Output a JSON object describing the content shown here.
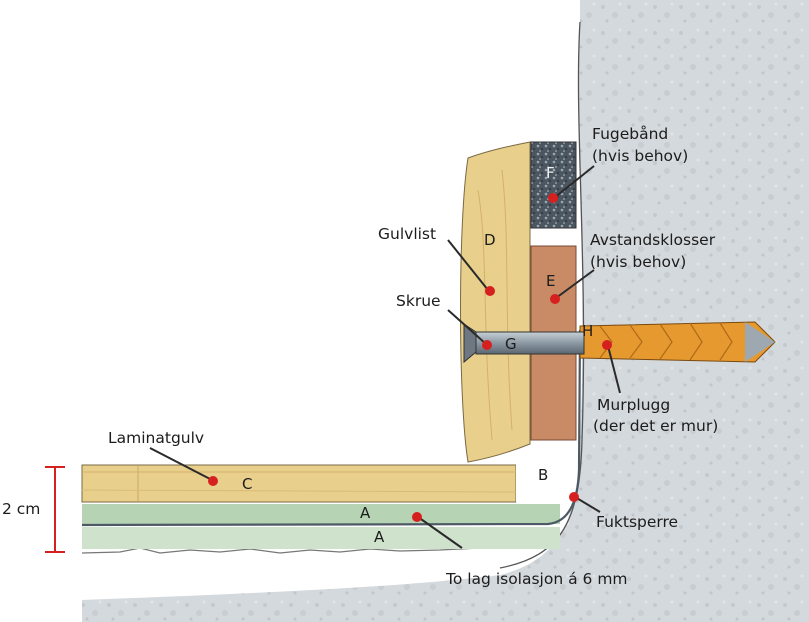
{
  "labels": {
    "fugeband_line1": "Fugebånd",
    "fugeband_line2": "(hvis behov)",
    "gulvlist": "Gulvlist",
    "avstandsklosser_line1": "Avstandsklosser",
    "avstandsklosser_line2": "(hvis behov)",
    "skrue": "Skrue",
    "murplugg_line1": "Murplugg",
    "murplugg_line2": "(der det er mur)",
    "laminatgulv": "Laminatgulv",
    "fuktsperre": "Fuktsperre",
    "isolasjon": "To lag isolasjon á 6 mm",
    "dimension": "2 cm"
  },
  "letters": {
    "a_upper": "A",
    "a_lower": "A",
    "b": "B",
    "c": "C",
    "d": "D",
    "e": "E",
    "f": "F",
    "g": "G",
    "h": "H"
  },
  "colors": {
    "wall": "#d3d8dc",
    "wood": "#e9cf8c",
    "spacer": "#c98a66",
    "seal_tape": "#4a5560",
    "plug": "#e6992f",
    "insulation": "#b5d3b3",
    "marker": "#d62020",
    "leader": "#2a2a2a"
  }
}
